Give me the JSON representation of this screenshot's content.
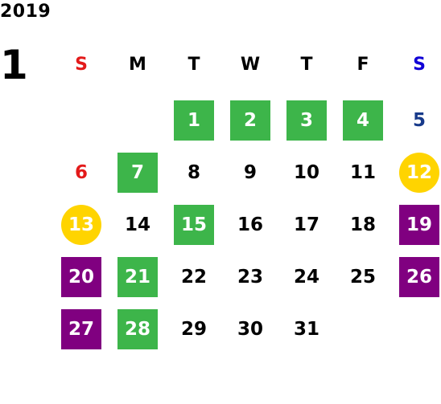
{
  "calendar": {
    "year": "2019",
    "month": "1",
    "weekdays": [
      {
        "label": "S",
        "color": "#e31a1a"
      },
      {
        "label": "M",
        "color": "#000000"
      },
      {
        "label": "T",
        "color": "#000000"
      },
      {
        "label": "W",
        "color": "#000000"
      },
      {
        "label": "T",
        "color": "#000000"
      },
      {
        "label": "F",
        "color": "#000000"
      },
      {
        "label": "S",
        "color": "#1100d6"
      }
    ],
    "legend_colors": {
      "green": "#3db54a",
      "purple": "#800080",
      "yellow": "#ffd400",
      "sunday_text": "#e31a1a",
      "saturday_text": "#173a8a"
    },
    "days": [
      {
        "day": "1",
        "style": "green"
      },
      {
        "day": "2",
        "style": "green"
      },
      {
        "day": "3",
        "style": "green"
      },
      {
        "day": "4",
        "style": "green"
      },
      {
        "day": "5",
        "style": "blue-text"
      },
      {
        "day": "6",
        "style": "red-text"
      },
      {
        "day": "7",
        "style": "green"
      },
      {
        "day": "8",
        "style": "plain"
      },
      {
        "day": "9",
        "style": "plain"
      },
      {
        "day": "10",
        "style": "plain"
      },
      {
        "day": "11",
        "style": "plain"
      },
      {
        "day": "12",
        "style": "yellow"
      },
      {
        "day": "13",
        "style": "yellow"
      },
      {
        "day": "14",
        "style": "plain"
      },
      {
        "day": "15",
        "style": "green"
      },
      {
        "day": "16",
        "style": "plain"
      },
      {
        "day": "17",
        "style": "plain"
      },
      {
        "day": "18",
        "style": "plain"
      },
      {
        "day": "19",
        "style": "purple"
      },
      {
        "day": "20",
        "style": "purple"
      },
      {
        "day": "21",
        "style": "green"
      },
      {
        "day": "22",
        "style": "plain"
      },
      {
        "day": "23",
        "style": "plain"
      },
      {
        "day": "24",
        "style": "plain"
      },
      {
        "day": "25",
        "style": "plain"
      },
      {
        "day": "26",
        "style": "purple"
      },
      {
        "day": "27",
        "style": "purple"
      },
      {
        "day": "28",
        "style": "green"
      },
      {
        "day": "29",
        "style": "plain"
      },
      {
        "day": "30",
        "style": "plain"
      },
      {
        "day": "31",
        "style": "plain"
      }
    ]
  }
}
